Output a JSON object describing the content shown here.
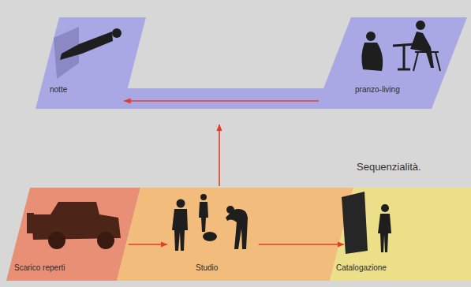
{
  "diagram": {
    "nodes": [
      {
        "text": [
          "notte"
        ]
      },
      {
        "text": [
          "pranzo-living"
        ]
      },
      {
        "text": [
          "Scarico reperti"
        ]
      },
      {
        "text": [
          "Studio"
        ]
      },
      {
        "text": [
          "Catalogazione"
        ]
      }
    ],
    "edges": [
      {
        "from": 1,
        "to": 0,
        "arrow": "to"
      },
      {
        "from": 2,
        "to": 3,
        "arrow": "to"
      },
      {
        "from": 3,
        "to": 4,
        "arrow": "to"
      }
    ],
    "labels": [
      "Sequenzialità."
    ]
  }
}
